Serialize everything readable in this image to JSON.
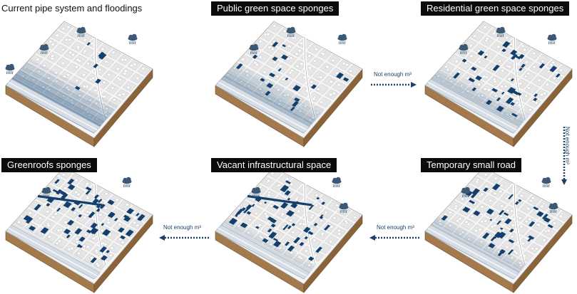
{
  "colors": {
    "flood_blue": "#1e4e7e",
    "sponge_blue": "#123f6d",
    "arrow_blue": "#1f3f66",
    "map_grey": "#e6e6e6",
    "soil_brown": "#a47a4c",
    "title_bg": "#0b0b0b",
    "title_text": "#ffffff"
  },
  "panels": [
    {
      "id": "p1",
      "title": "Current pipe system and floodings",
      "boxed": false,
      "flood_level": 0.85,
      "sponge_level": 0.0,
      "rain_clouds": 4,
      "band_road": false
    },
    {
      "id": "p2",
      "title": "Public green space sponges",
      "boxed": true,
      "flood_level": 0.65,
      "sponge_level": 0.25,
      "rain_clouds": 3,
      "band_road": false
    },
    {
      "id": "p3",
      "title": "Residential green space sponges",
      "boxed": true,
      "flood_level": 0.45,
      "sponge_level": 0.5,
      "rain_clouds": 3,
      "band_road": false
    },
    {
      "id": "p4",
      "title": "Temporary small road",
      "boxed": true,
      "flood_level": 0.35,
      "sponge_level": 0.6,
      "rain_clouds": 3,
      "band_road": false
    },
    {
      "id": "p5",
      "title": "Vacant infrastructural space",
      "boxed": true,
      "flood_level": 0.2,
      "sponge_level": 0.8,
      "rain_clouds": 3,
      "band_road": true
    },
    {
      "id": "p6",
      "title": "Greenroofs sponges",
      "boxed": true,
      "flood_level": 0.05,
      "sponge_level": 1.0,
      "rain_clouds": 2,
      "band_road": true
    }
  ],
  "arrows": [
    {
      "id": "a1",
      "label": "Not enough m³",
      "direction": "right"
    },
    {
      "id": "a2",
      "label": "Not enough m³",
      "direction": "down"
    },
    {
      "id": "a3",
      "label": "Not enough m³",
      "direction": "left"
    },
    {
      "id": "a4",
      "label": "Not enough m³",
      "direction": "left"
    }
  ]
}
